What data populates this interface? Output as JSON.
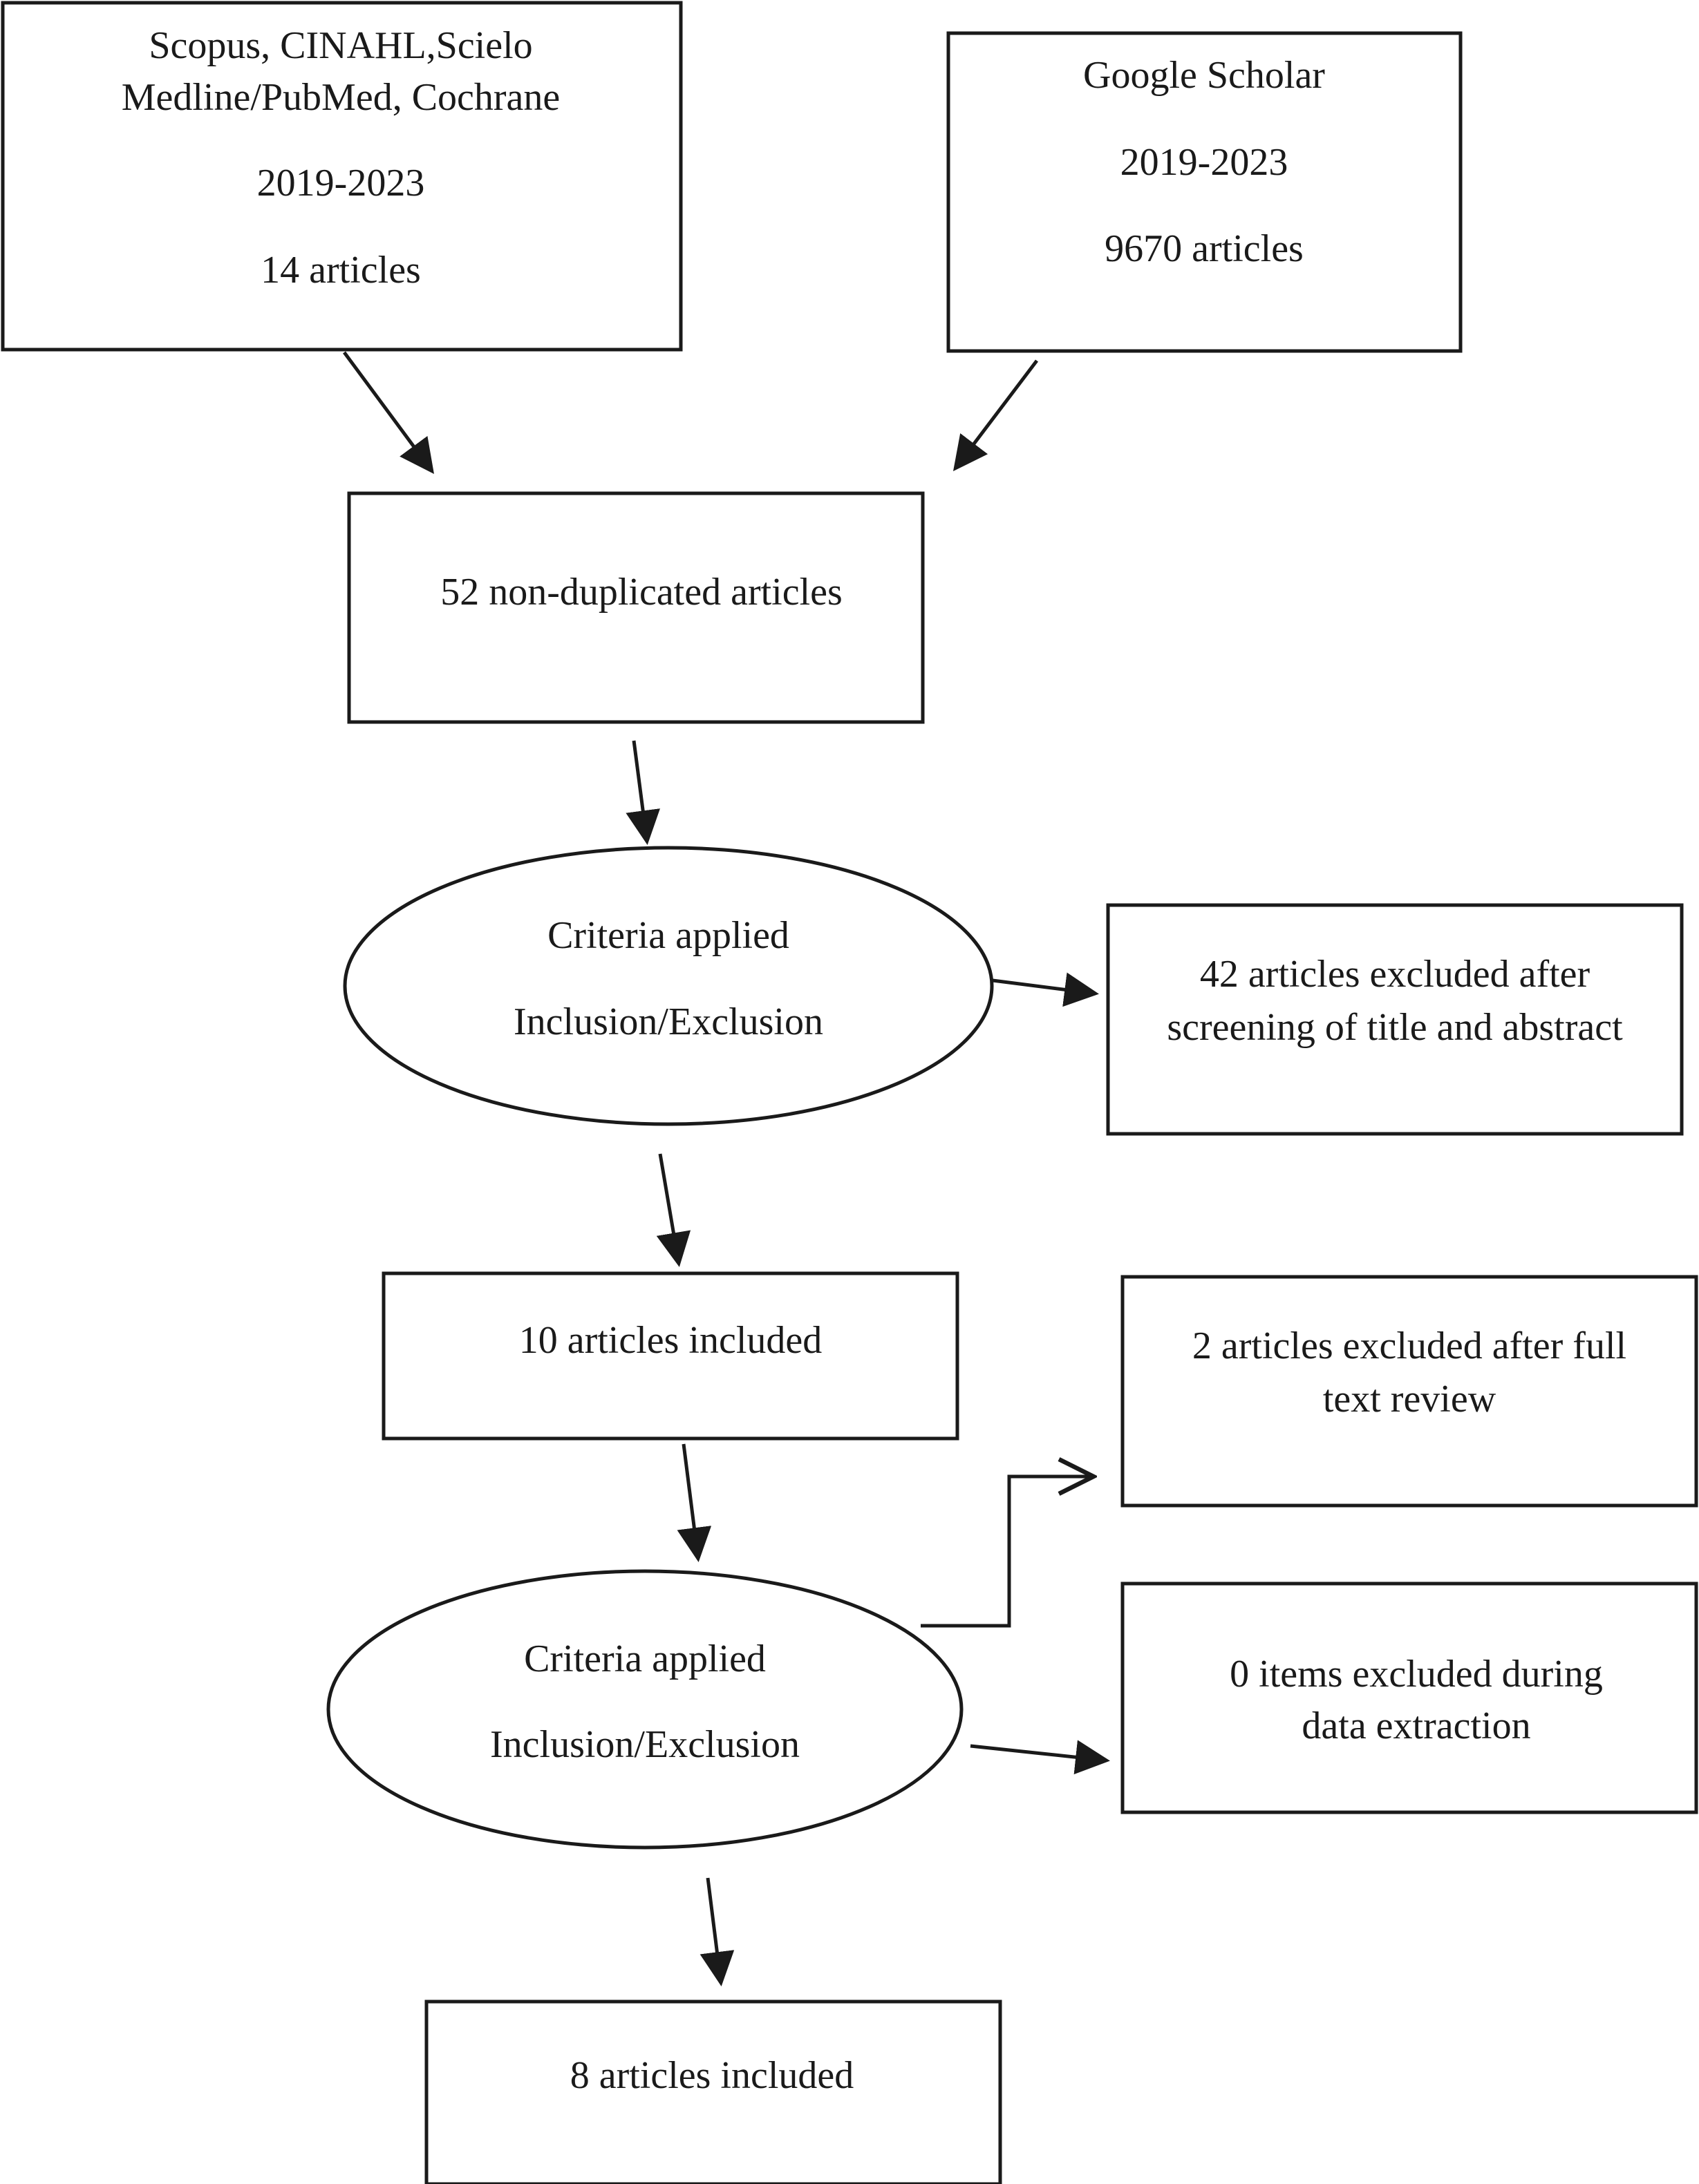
{
  "nodes": {
    "source_databases": {
      "line_1": "Scopus, CINAHL,Scielo",
      "line_2": "Medline/PubMed, Cochrane",
      "years": "2019-2023",
      "count": "14 articles"
    },
    "source_google_scholar": {
      "line_1": "Google Scholar",
      "years": "2019-2023",
      "count": "9670 articles"
    },
    "non_duplicated": {
      "line_1": "52 non-duplicated articles"
    },
    "screening_criteria": {
      "line_1": "Criteria applied",
      "line_2": "Inclusion/Exclusion"
    },
    "excluded_title_abstract": {
      "line_1": "42 articles excluded after",
      "line_2": "screening of title and abstract"
    },
    "included_after_screening": {
      "line_1": "10 articles included"
    },
    "excluded_full_text": {
      "line_1": "2 articles excluded after full",
      "line_2": "text review"
    },
    "fulltext_criteria": {
      "line_1": "Criteria applied",
      "line_2": "Inclusion/Exclusion"
    },
    "excluded_extraction": {
      "line_1": "0 items excluded during",
      "line_2": "data extraction"
    },
    "final_included": {
      "line_1": "8 articles included"
    }
  }
}
